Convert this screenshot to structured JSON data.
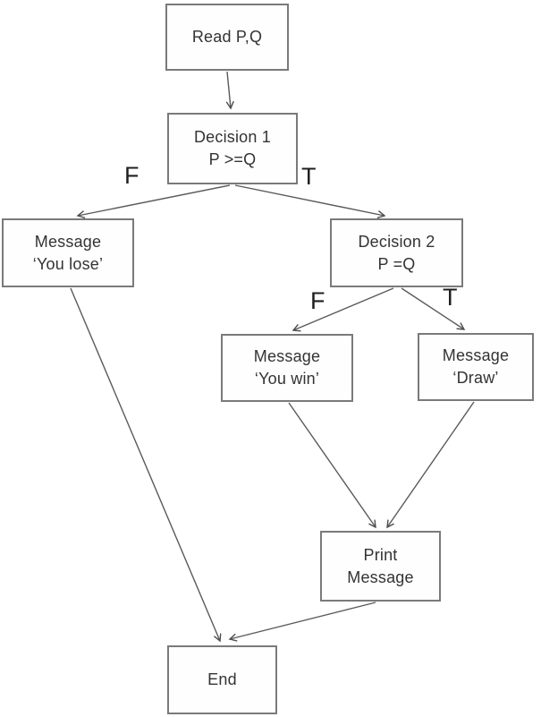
{
  "diagram": {
    "type": "flowchart",
    "nodes": {
      "read": {
        "line1": "Read P,Q"
      },
      "decision1": {
        "line1": "Decision 1",
        "line2": "P >=Q"
      },
      "message_lose": {
        "line1": "Message",
        "line2": "‘You lose’"
      },
      "decision2": {
        "line1": "Decision 2",
        "line2": "P =Q"
      },
      "message_win": {
        "line1": "Message",
        "line2": "‘You win’"
      },
      "message_draw": {
        "line1": "Message",
        "line2": "‘Draw’"
      },
      "print": {
        "line1": "Print",
        "line2": "Message"
      },
      "end": {
        "line1": "End"
      }
    },
    "branch_labels": {
      "decision1_false": "F",
      "decision1_true": "T",
      "decision2_false": "F",
      "decision2_true": "T"
    },
    "edges": [
      {
        "from": "read",
        "to": "decision1",
        "label": ""
      },
      {
        "from": "decision1",
        "to": "message_lose",
        "label": "F"
      },
      {
        "from": "decision1",
        "to": "decision2",
        "label": "T"
      },
      {
        "from": "decision2",
        "to": "message_win",
        "label": "F"
      },
      {
        "from": "decision2",
        "to": "message_draw",
        "label": "T"
      },
      {
        "from": "message_win",
        "to": "print",
        "label": ""
      },
      {
        "from": "message_draw",
        "to": "print",
        "label": ""
      },
      {
        "from": "message_lose",
        "to": "end",
        "label": ""
      },
      {
        "from": "print",
        "to": "end",
        "label": ""
      }
    ],
    "colors": {
      "box_border": "#7a7a7a",
      "line": "#5a5a5a",
      "text": "#333333",
      "background": "#ffffff"
    }
  }
}
